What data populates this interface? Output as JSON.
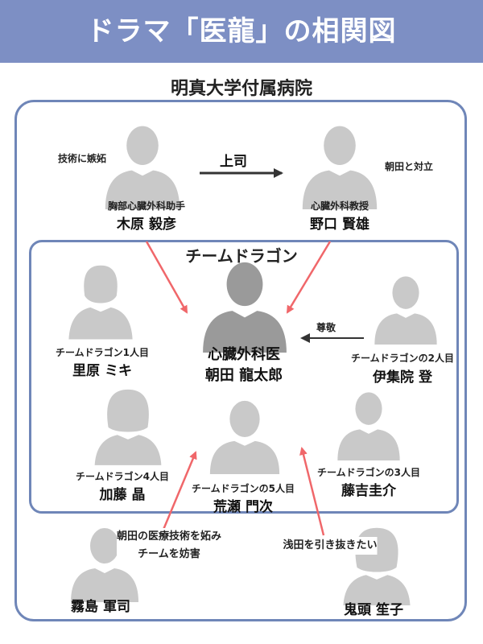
{
  "header": {
    "title": "ドラマ「医龍」の相関図"
  },
  "hospital": {
    "name": "明真大学付属病院"
  },
  "team": {
    "title": "チームドラゴン"
  },
  "relations": {
    "boss": "上司",
    "respect": "尊敬",
    "kihara_note": "技術に嫉妬",
    "noguchi_note": "朝田と対立",
    "kirishima_note_line1": "朝田の医療技術を妬み",
    "kirishima_note_line2": "チームを妨害",
    "kito_note": "浅田を引き抜きたい"
  },
  "people": {
    "kihara": {
      "role": "胸部心臓外科助手",
      "name": "木原 毅彦"
    },
    "noguchi": {
      "role": "心臓外科教授",
      "name": "野口 賢雄"
    },
    "asada": {
      "role": "心臓外科医",
      "name": "朝田 龍太郎"
    },
    "satohara": {
      "role": "チームドラゴン1人目",
      "name": "里原 ミキ"
    },
    "ijuin": {
      "role": "チームドラゴンの2人目",
      "name": "伊集院 登"
    },
    "kato": {
      "role": "チームドラゴン4人目",
      "name": "加藤 晶"
    },
    "fujiyoshi": {
      "role": "チームドラゴンの3人目",
      "name": "藤吉圭介"
    },
    "arase": {
      "role": "チームドラゴンの5人目",
      "name": "荒瀬 門次"
    },
    "kirishima": {
      "name": "霧島 軍司"
    },
    "kito": {
      "name": "鬼頭 笙子"
    }
  },
  "colors": {
    "header_bg": "#7d8fc4",
    "frame": "#6f86b8",
    "arrow_red": "#f0676a",
    "arrow_dark": "#333333",
    "silhouette": "#c9c9c9",
    "silhouette_main": "#9a9a9a"
  }
}
